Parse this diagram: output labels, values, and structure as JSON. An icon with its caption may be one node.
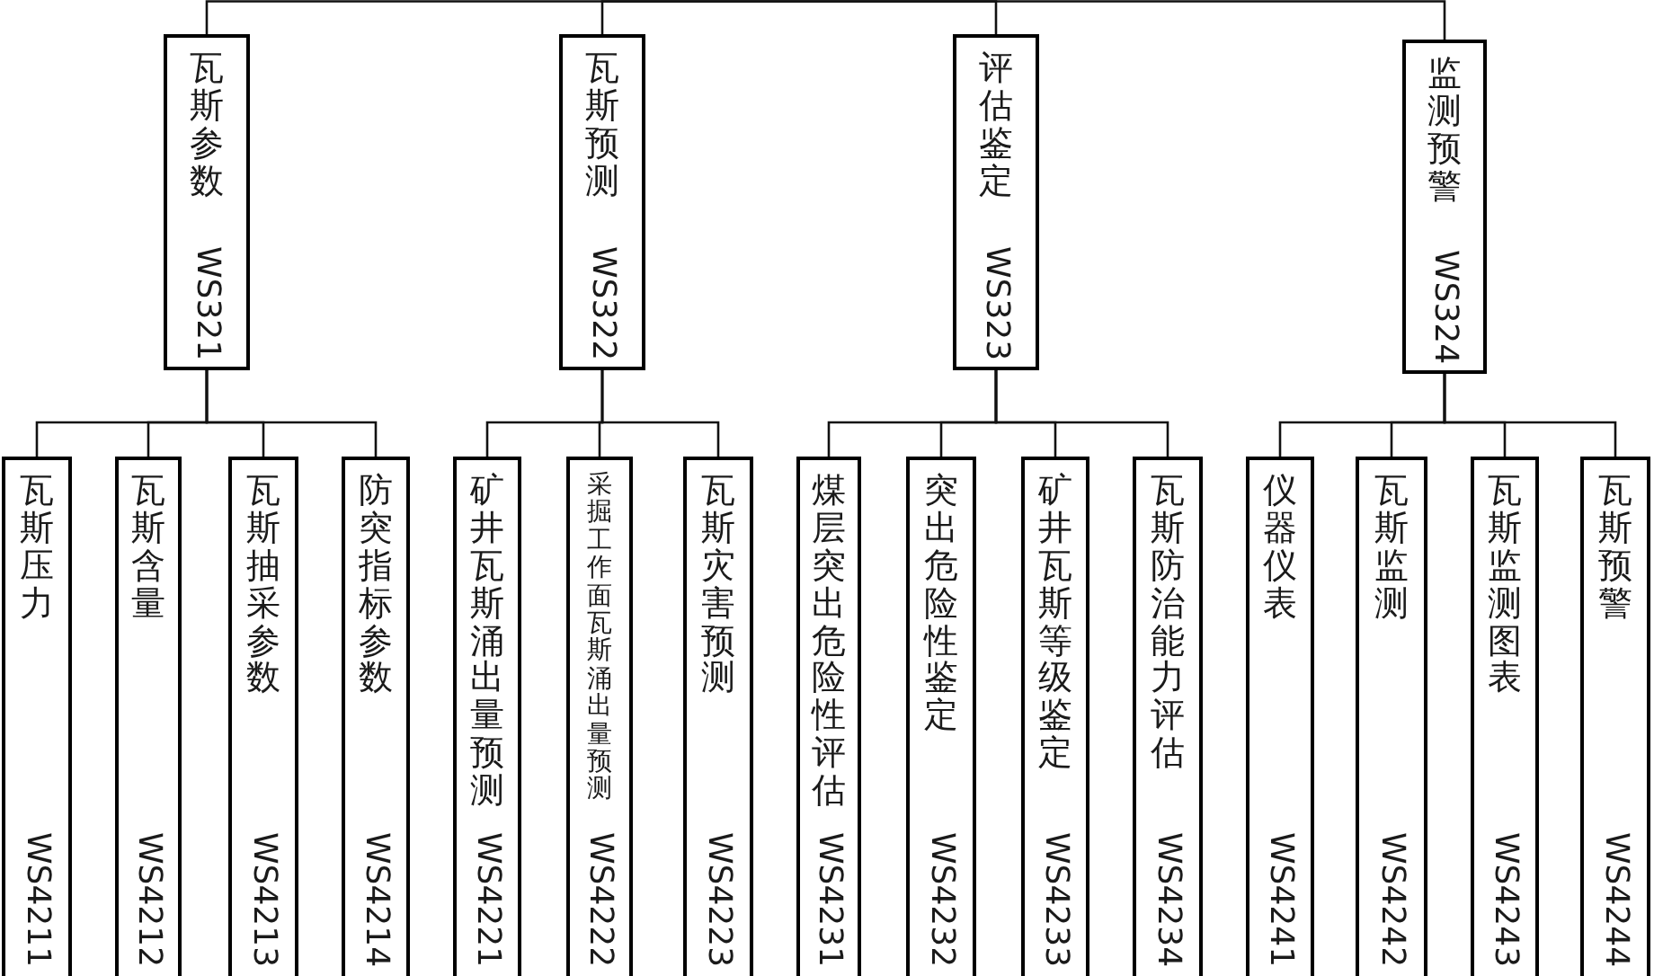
{
  "diagram": {
    "nodes": [
      {
        "text": [
          "瓦斯参数",
          "WS321"
        ]
      },
      {
        "text": [
          "瓦斯预测",
          "WS322"
        ]
      },
      {
        "text": [
          "评估鉴定",
          "WS323"
        ]
      },
      {
        "text": [
          "监测预警",
          "WS324"
        ]
      },
      {
        "text": [
          "瓦斯压力",
          "WS4211"
        ]
      },
      {
        "text": [
          "瓦斯含量",
          "WS4212"
        ]
      },
      {
        "text": [
          "瓦斯抽采参数",
          "WS4213"
        ]
      },
      {
        "text": [
          "防突指标参数",
          "WS4214"
        ]
      },
      {
        "text": [
          "矿井瓦斯涌出量预测",
          "WS4221"
        ]
      },
      {
        "text": [
          "采掘工作面瓦斯涌出量预测",
          "WS4222"
        ]
      },
      {
        "text": [
          "瓦斯灾害预测",
          "WS4223"
        ]
      },
      {
        "text": [
          "煤层突出危险性评估",
          "WS4231"
        ]
      },
      {
        "text": [
          "突出危险性鉴定",
          "WS4232"
        ]
      },
      {
        "text": [
          "矿井瓦斯等级鉴定",
          "WS4233"
        ]
      },
      {
        "text": [
          "瓦斯防治能力评估",
          "WS4234"
        ]
      },
      {
        "text": [
          "仪器仪表",
          "WS4241"
        ]
      },
      {
        "text": [
          "瓦斯监测",
          "WS4242"
        ]
      },
      {
        "text": [
          "瓦斯监测图表",
          "WS4243"
        ]
      },
      {
        "text": [
          "瓦斯预警",
          "WS4244"
        ]
      }
    ],
    "edges": [
      {
        "from": null,
        "to": 0,
        "arrow": "none"
      },
      {
        "from": null,
        "to": 1,
        "arrow": "none"
      },
      {
        "from": null,
        "to": 2,
        "arrow": "none"
      },
      {
        "from": null,
        "to": 3,
        "arrow": "none"
      },
      {
        "from": 0,
        "to": 4,
        "arrow": "none"
      },
      {
        "from": 0,
        "to": 5,
        "arrow": "none"
      },
      {
        "from": 0,
        "to": 6,
        "arrow": "none"
      },
      {
        "from": 0,
        "to": 7,
        "arrow": "none"
      },
      {
        "from": 1,
        "to": 8,
        "arrow": "none"
      },
      {
        "from": 1,
        "to": 9,
        "arrow": "none"
      },
      {
        "from": 1,
        "to": 10,
        "arrow": "none"
      },
      {
        "from": 2,
        "to": 11,
        "arrow": "none"
      },
      {
        "from": 2,
        "to": 12,
        "arrow": "none"
      },
      {
        "from": 2,
        "to": 13,
        "arrow": "none"
      },
      {
        "from": 2,
        "to": 14,
        "arrow": "none"
      },
      {
        "from": 3,
        "to": 15,
        "arrow": "none"
      },
      {
        "from": 3,
        "to": 16,
        "arrow": "none"
      },
      {
        "from": 3,
        "to": 17,
        "arrow": "none"
      },
      {
        "from": 3,
        "to": 18,
        "arrow": "none"
      }
    ]
  }
}
